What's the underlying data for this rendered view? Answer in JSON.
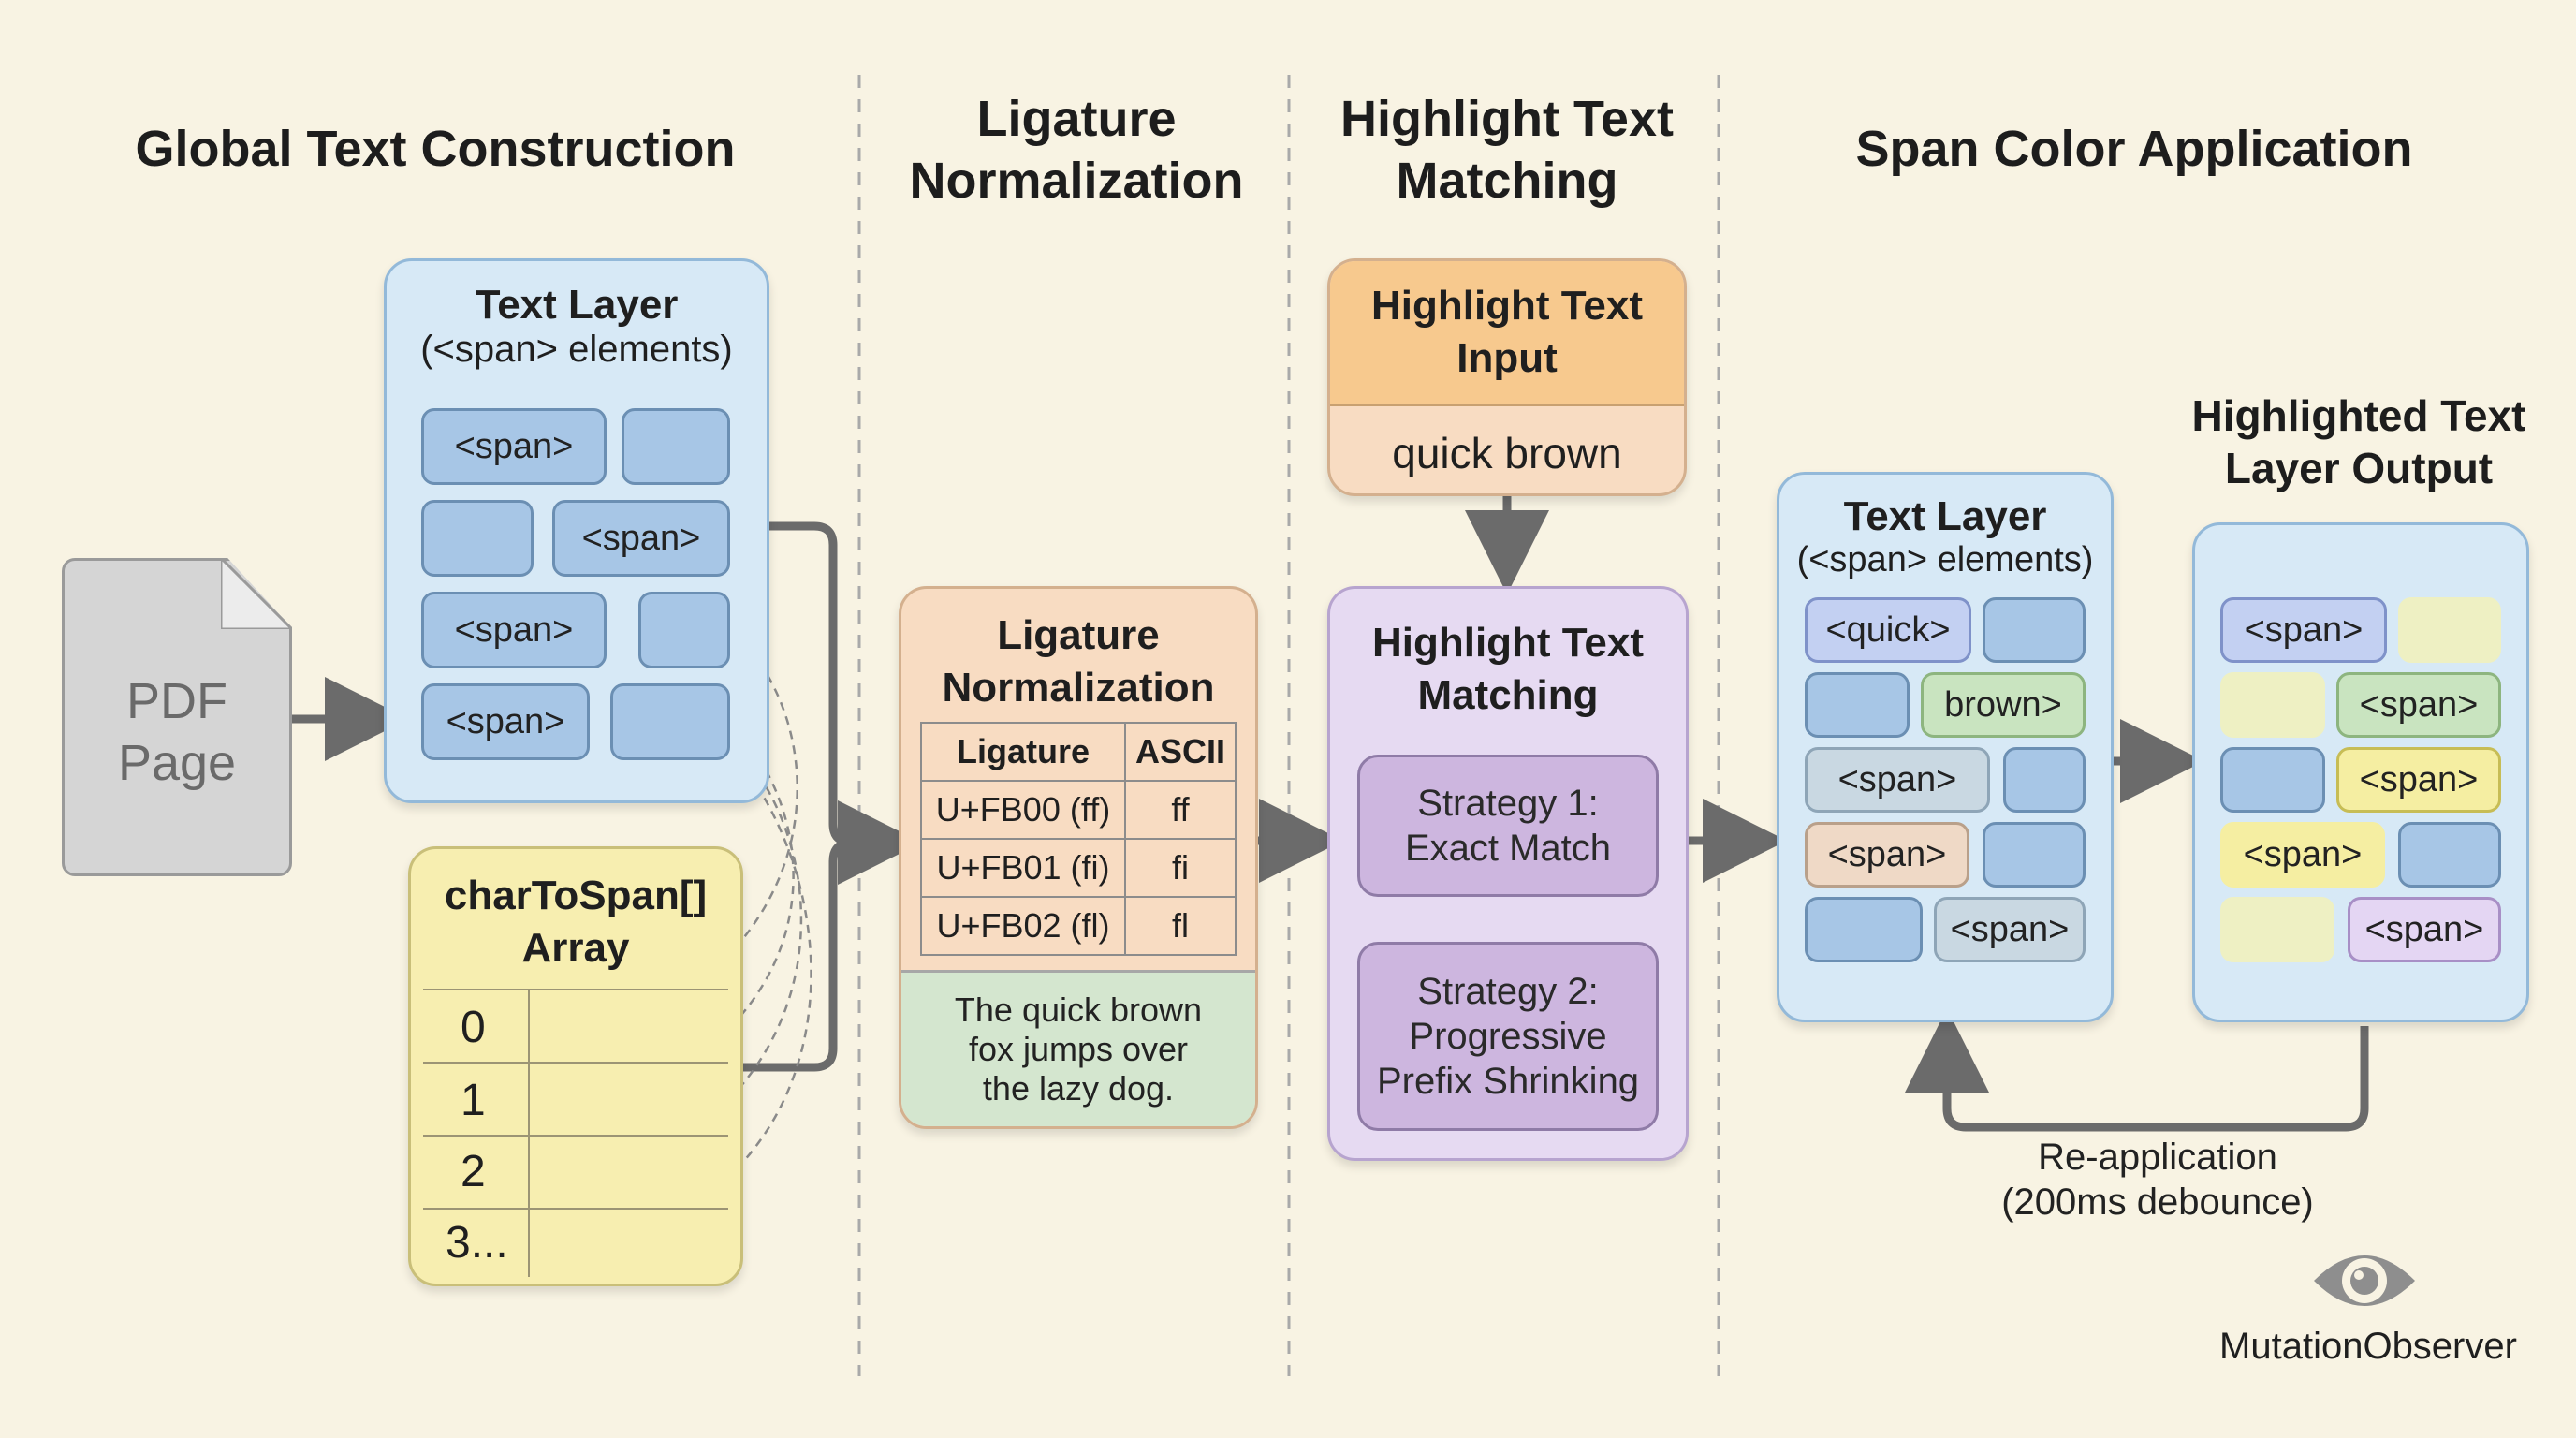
{
  "headings": {
    "col1": "Global Text Construction",
    "col2": "Ligature\nNormalization",
    "col3": "Highlight Text\nMatching",
    "col4": "Span Color Application"
  },
  "pdf_page": {
    "label": "PDF\nPage"
  },
  "text_layer": {
    "title": "Text Layer",
    "subtitle": "(<span> elements)",
    "span_label": "<span>"
  },
  "char_to_span": {
    "title": "charToSpan[]\nArray",
    "rows": [
      "0",
      "1",
      "2",
      "3..."
    ]
  },
  "ligature": {
    "title": "Ligature\nNormalization",
    "headers": [
      "Ligature",
      "ASCII"
    ],
    "rows": [
      [
        "U+FB00 (ff)",
        "ff"
      ],
      [
        "U+FB01 (fi)",
        "fi"
      ],
      [
        "U+FB02 (fl)",
        "fl"
      ]
    ],
    "footer": "The quick brown\nfox jumps over\nthe lazy dog."
  },
  "highlight_input": {
    "title": "Highlight Text\nInput",
    "value": "quick brown"
  },
  "matching": {
    "title": "Highlight Text\nMatching",
    "strategies": [
      "Strategy 1:\nExact Match",
      "Strategy 2:\nProgressive\nPrefix Shrinking"
    ]
  },
  "text_layer_2": {
    "title": "Text Layer",
    "subtitle": "(<span> elements)",
    "spans": [
      "<quick>",
      "brown>",
      "<span>",
      "<span>",
      "<span>"
    ]
  },
  "output": {
    "title": "Highlighted Text\nLayer Output",
    "spans": [
      "<span>",
      "<span>",
      "<span>",
      "<span>",
      "<span>"
    ]
  },
  "reapply": {
    "label": "Re-application\n(200ms debounce)"
  },
  "observer": {
    "label": "MutationObserver",
    "icon": "eye-icon"
  },
  "colors": {
    "background": "#f8f3e3",
    "blue": "#a7c6e6",
    "green": "#c9e4c0",
    "yellow": "#f5eea2",
    "pink": "#efd9c6",
    "purple": "#e4d6f3"
  }
}
